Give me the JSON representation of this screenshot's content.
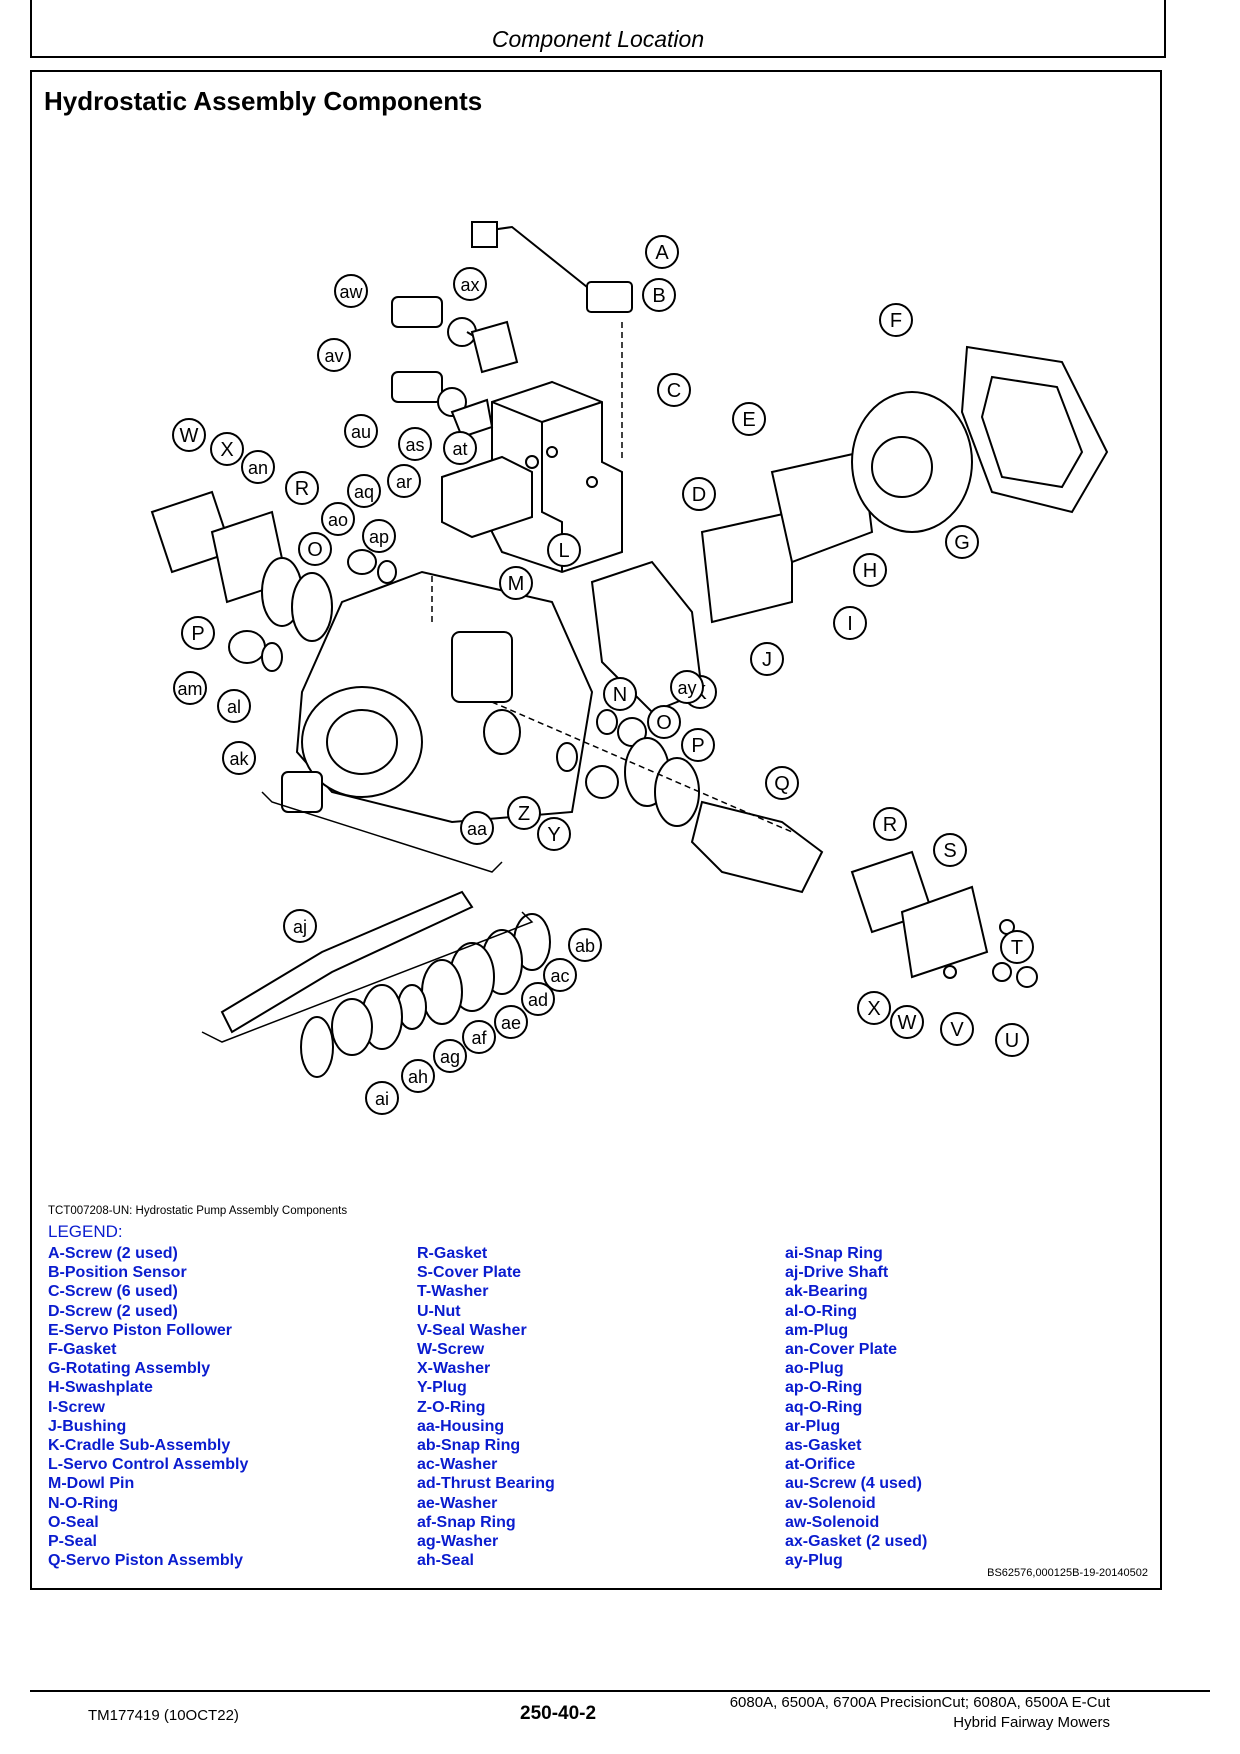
{
  "header": {
    "title": "Component Location"
  },
  "panel": {
    "title": "Hydrostatic Assembly Components",
    "figure_caption": "TCT007208-UN: Hydrostatic Pump Assembly Components",
    "legend_heading": "LEGEND:",
    "legend": [
      [
        "A-Screw (2 used)",
        "B-Position Sensor",
        "C-Screw (6 used)",
        "D-Screw (2 used)",
        "E-Servo Piston Follower",
        "F-Gasket",
        "G-Rotating Assembly",
        "H-Swashplate",
        "I-Screw",
        "J-Bushing",
        "K-Cradle Sub-Assembly",
        "L-Servo Control Assembly",
        "M-Dowl Pin",
        "N-O-Ring",
        "O-Seal",
        "P-Seal",
        "Q-Servo Piston Assembly"
      ],
      [
        "R-Gasket",
        "S-Cover Plate",
        "T-Washer",
        "U-Nut",
        "V-Seal Washer",
        "W-Screw",
        "X-Washer",
        "Y-Plug",
        "Z-O-Ring",
        "aa-Housing",
        "ab-Snap Ring",
        "ac-Washer",
        "ad-Thrust Bearing",
        "ae-Washer",
        "af-Snap Ring",
        "ag-Washer",
        "ah-Seal"
      ],
      [
        "ai-Snap Ring",
        "aj-Drive Shaft",
        "ak-Bearing",
        "al-O-Ring",
        "am-Plug",
        "an-Cover Plate",
        "ao-Plug",
        "ap-O-Ring",
        "aq-O-Ring",
        "ar-Plug",
        "as-Gasket",
        "at-Orifice",
        "au-Screw (4 used)",
        "av-Solenoid",
        "aw-Solenoid",
        "ax-Gasket (2 used)",
        "ay-Plug"
      ]
    ],
    "ref_code": "BS62576,000125B-19-20140502"
  },
  "callouts": [
    "A",
    "B",
    "C",
    "D",
    "E",
    "F",
    "G",
    "H",
    "I",
    "J",
    "K",
    "L",
    "M",
    "N",
    "O",
    "P",
    "Q",
    "R",
    "S",
    "T",
    "U",
    "V",
    "W",
    "X",
    "Y",
    "Z",
    "aa",
    "ab",
    "ac",
    "ad",
    "ae",
    "af",
    "ag",
    "ah",
    "ai",
    "aj",
    "ak",
    "al",
    "am",
    "an",
    "ao",
    "ap",
    "aq",
    "ar",
    "as",
    "at",
    "au",
    "av",
    "aw",
    "ax",
    "ay",
    "O",
    "P",
    "R",
    "W",
    "X"
  ],
  "footer": {
    "doc_id": "TM177419 (10OCT22)",
    "page": "250-40-2",
    "models_line1": "6080A, 6500A, 6700A PrecisionCut; 6080A, 6500A E-Cut",
    "models_line2": "Hybrid Fairway Mowers"
  }
}
